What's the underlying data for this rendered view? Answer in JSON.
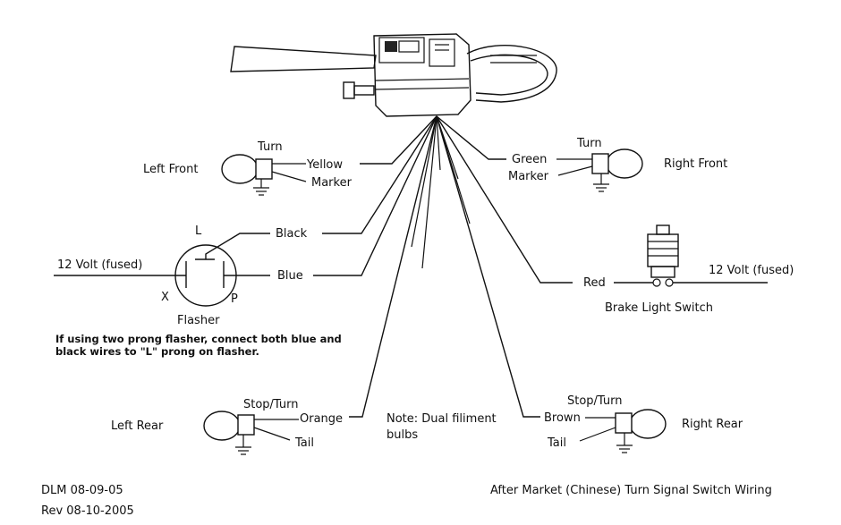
{
  "labels": {
    "left_front": "Left Front",
    "right_front": "Right Front",
    "left_rear": "Left Rear",
    "right_rear": "Right Rear",
    "turn_lf": "Turn",
    "marker_lf": "Marker",
    "turn_rf": "Turn",
    "marker_rf": "Marker",
    "stop_turn_lr": "Stop/Turn",
    "tail_lr": "Tail",
    "stop_turn_rr": "Stop/Turn",
    "tail_rr": "Tail"
  },
  "wires": {
    "yellow": "Yellow",
    "green": "Green",
    "black": "Black",
    "blue": "Blue",
    "red": "Red",
    "orange": "Orange",
    "brown": "Brown"
  },
  "flasher": {
    "title": "Flasher",
    "prong_l": "L",
    "prong_x": "X",
    "prong_p": "P",
    "supply": "12 Volt (fused)",
    "note_line1": "If using two prong flasher, connect both blue and",
    "note_line2": "black wires to \"L\" prong on flasher."
  },
  "brake": {
    "title": "Brake Light  Switch",
    "supply": "12 Volt (fused)"
  },
  "note": {
    "line1": "Note: Dual filiment",
    "line2": "bulbs"
  },
  "footer": {
    "author_date": "DLM  08-09-05",
    "revision": "Rev 08-10-2005",
    "diagram_title": "After Market (Chinese) Turn Signal Switch Wiring"
  }
}
